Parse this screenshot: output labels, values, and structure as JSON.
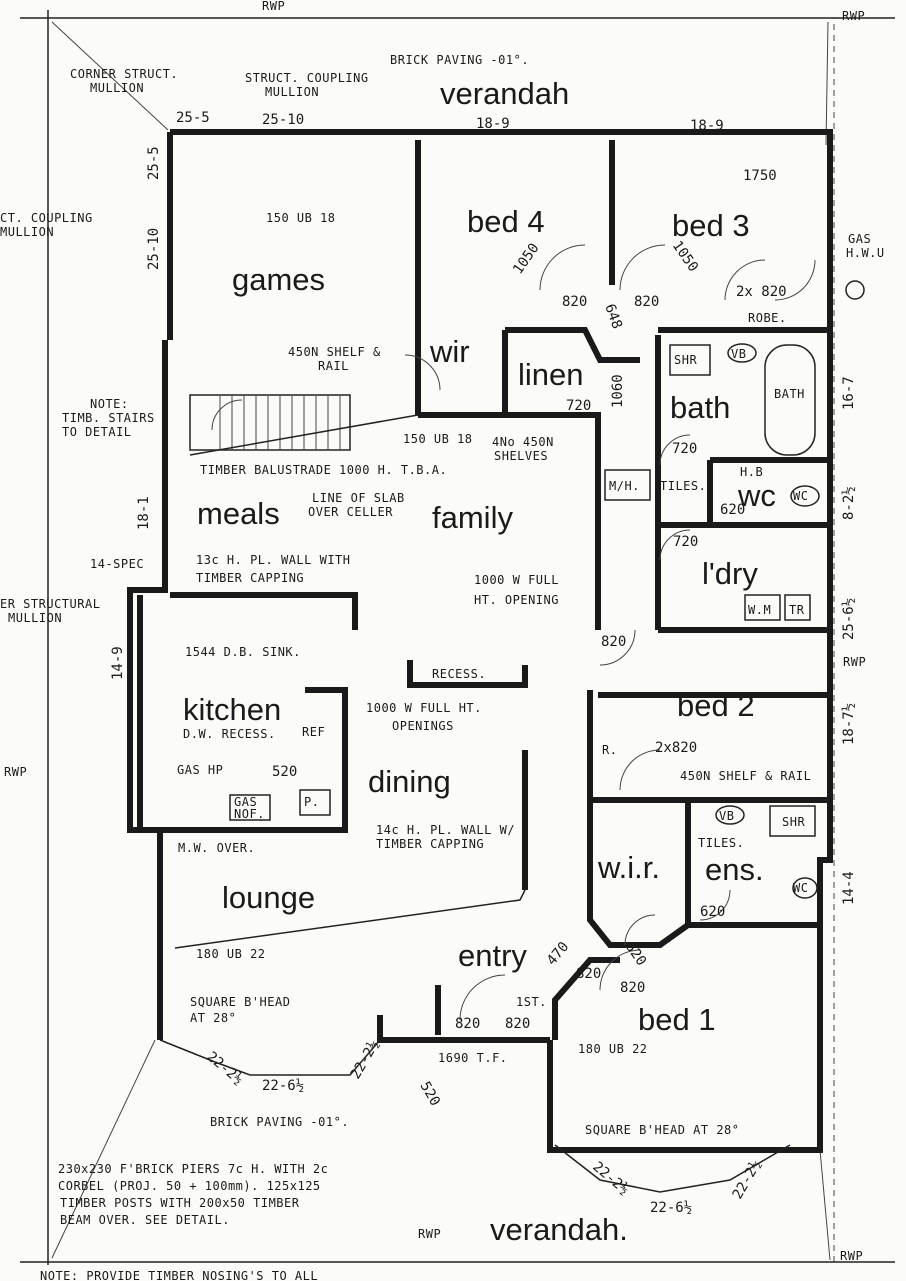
{
  "rooms": {
    "verandah_top": "verandah",
    "bed4": "bed 4",
    "bed3": "bed 3",
    "games": "games",
    "wir": "wir",
    "linen": "linen",
    "bath": "bath",
    "wc": "wc",
    "meals": "meals",
    "family": "family",
    "ldry": "l'dry",
    "kitchen": "kitchen",
    "bed2": "bed 2",
    "dining": "dining",
    "wir2": "w.i.r.",
    "ens": "ens.",
    "lounge": "lounge",
    "entry": "entry",
    "bed1": "bed 1",
    "verandah_bottom": "verandah."
  },
  "notes": {
    "rwp": "RWP",
    "brick_paving_top": "BRICK PAVING -01°.",
    "corner_mullion_1": "CORNER STRUCT.",
    "corner_mullion_2": "MULLION",
    "coupling_1": "STRUCT. COUPLING",
    "coupling_2": "MULLION",
    "left_coupling_1": "CT. COUPLING",
    "left_coupling_2": "MULLION",
    "ub_150_18": "150 UB 18",
    "ub_150_18_b": "150 UB 18",
    "gas_hwu_1": "GAS",
    "gas_hwu_2": "H.W.U",
    "robe": "ROBE.",
    "shelf_rail_1": "450N SHELF &",
    "shelf_rail_2": "RAIL",
    "stairs_1": "NOTE:",
    "stairs_2": "TIMB. STAIRS",
    "stairs_3": "TO DETAIL",
    "shelves_1": "4No 450N",
    "shelves_2": "SHELVES",
    "balustrade": "TIMBER BALUSTRADE 1000 H. T.B.A.",
    "slab_1": "LINE OF SLAB",
    "slab_2": "OVER CELLER",
    "mh": "M/H.",
    "tiles": "TILES.",
    "hb": "H.B",
    "wall_capping_1": "13c H. PL. WALL WITH",
    "wall_capping_2": "TIMBER CAPPING",
    "spec": "14-SPEC",
    "structural_1": "ER STRUCTURAL",
    "structural_2": "MULLION",
    "full_ht_opening_1": "1000 W FULL",
    "full_ht_opening_2": "HT. OPENING",
    "sink": "1544 D.B. SINK.",
    "recess": "RECESS.",
    "full_ht_openings_1": "1000 W FULL HT.",
    "full_ht_openings_2": "OPENINGS",
    "dw_recess": "D.W. RECESS.",
    "ref": "REF",
    "gas_hp": "GAS HP",
    "gas_nof_1": "GAS",
    "gas_nof_2": "NOF.",
    "p": "P.",
    "r": "R.",
    "shelf_rail_bed2": "450N SHELF & RAIL",
    "mw_over": "M.W. OVER.",
    "wall_capping_b_1": "14c H. PL. WALL W/",
    "wall_capping_b_2": "TIMBER CAPPING",
    "ub_180_22": "180 UB 22",
    "ub_180_22_b": "180 UB 22",
    "bhead_1": "SQUARE B'HEAD",
    "bhead_2": "AT 28°",
    "bhead_bottom": "SQUARE B'HEAD AT 28°",
    "st": "1ST.",
    "tf": "1690 T.F.",
    "brick_paving_bottom": "BRICK   PAVING -01°.",
    "piers_1": "230x230 F'BRICK PIERS 7c H. WITH 2c",
    "piers_2": "CORBEL (PROJ. 50 + 100mm). 125x125",
    "piers_3": "TIMBER POSTS WITH 200x50 TIMBER",
    "piers_4": "BEAM OVER. SEE DETAIL.",
    "bottom_note": "NOTE: PROVIDE TIMBER NOSING'S TO ALL",
    "shr": "SHR",
    "vb": "VB",
    "wc_sym": "WC",
    "wm": "W.M",
    "tr": "TR",
    "bath_sym": "BATH"
  },
  "dims": {
    "d25_5": "25-5",
    "d25_10": "25-10",
    "d18_9a": "18-9",
    "d18_9b": "18-9",
    "d1750": "1750",
    "d1050a": "1050",
    "d1050b": "1050",
    "d820a": "820",
    "d820b": "820",
    "d648": "648",
    "d2x820": "2x 820",
    "d720a": "720",
    "d1060": "1060",
    "d720b": "720",
    "d720c": "720",
    "d620a": "620",
    "d16_7": "16-7",
    "d8_2": "8-2½",
    "d25_6": "25-6½",
    "d18_1": "18-1",
    "d14_9": "14-9",
    "d820c": "820",
    "d2x820b": "2x820",
    "d18_7": "18-7½",
    "d520": "520",
    "d620b": "620",
    "d620c": "620",
    "d14_4": "14-4",
    "d470": "470",
    "d820d": "820",
    "d820e": "820",
    "d820f": "820",
    "d820g": "820",
    "d22_2a": "22-2½",
    "d22_6a": "22-6½",
    "d22_2b": "22-2½",
    "d22_2c": "22-2½",
    "d22_6b": "22-6½",
    "d22_2d": "22-2½",
    "d520b": "520",
    "d10_25": "25-10",
    "d25_5v": "25-5"
  }
}
